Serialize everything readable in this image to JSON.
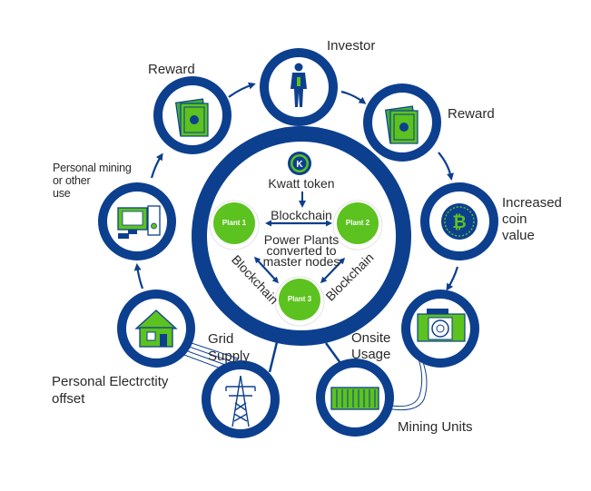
{
  "colors": {
    "navy": "#0d3f8f",
    "green": "#5cc21f",
    "money_green": "#3fae3a",
    "ring_fill": "#ffffff",
    "text": "#2a2a2a"
  },
  "center": {
    "token_letter": "K",
    "token_label": "Kwatt token",
    "blockchain_top": "Blockchain",
    "conversion_text": "Power Plants\nconverted to\nmaster nodes",
    "blockchain_left": "Blockchain",
    "blockchain_right": "Blockchain"
  },
  "plants": [
    {
      "label": "Plant 1"
    },
    {
      "label": "Plant 2"
    },
    {
      "label": "Plant 3"
    }
  ],
  "nodes": {
    "investor": {
      "label": "Investor",
      "icon": "investor-person-icon"
    },
    "reward_right": {
      "label": "Reward",
      "icon": "money-icon"
    },
    "coin_value": {
      "label": "Increased\ncoin\nvalue",
      "icon": "bitcoin-coin-icon"
    },
    "onsite": {
      "label": "Onsite\nUsage",
      "icon": "mining-rig-icon"
    },
    "mining_units": {
      "label": "Mining Units",
      "icon": "container-icon"
    },
    "grid": {
      "label": "Grid\nSupply",
      "icon": "power-tower-icon"
    },
    "house": {
      "label": "Personal Electrctity\noffset",
      "icon": "house-icon"
    },
    "computer": {
      "label": "Personal mining\nor other\nuse",
      "icon": "computer-icon"
    },
    "reward_left": {
      "label": "Reward",
      "icon": "money-icon"
    }
  }
}
